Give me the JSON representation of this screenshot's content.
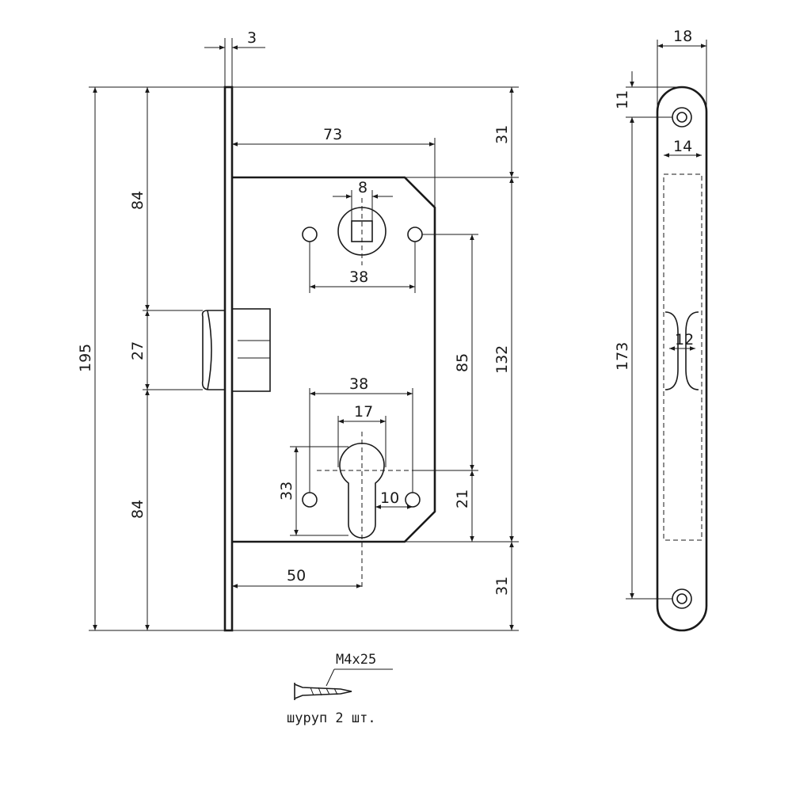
{
  "dimensions": {
    "forend_thickness": "3",
    "overall_height": "195",
    "upper_section": "84",
    "latch_height": "27",
    "lower_section": "84",
    "backset_depth": "73",
    "spindle_square": "8",
    "upper_hole_spacing": "38",
    "top_offset": "31",
    "case_height": "132",
    "bottom_offset": "31",
    "spindle_to_cylinder": "85",
    "cylinder_hole_spacing": "38",
    "cylinder_width": "17",
    "cylinder_height": "33",
    "cylinder_hole_offset": "10",
    "cylinder_bottom": "21",
    "backset": "50",
    "faceplate_width": "18",
    "screw_offset": "11",
    "latch_slot_width": "14",
    "screw_spacing": "173",
    "latch_gap": "12"
  },
  "screw_note": {
    "spec": "M4x25",
    "caption": "шуруп 2 шт."
  },
  "colors": {
    "line": "#1a1a1a",
    "background": "#ffffff"
  }
}
